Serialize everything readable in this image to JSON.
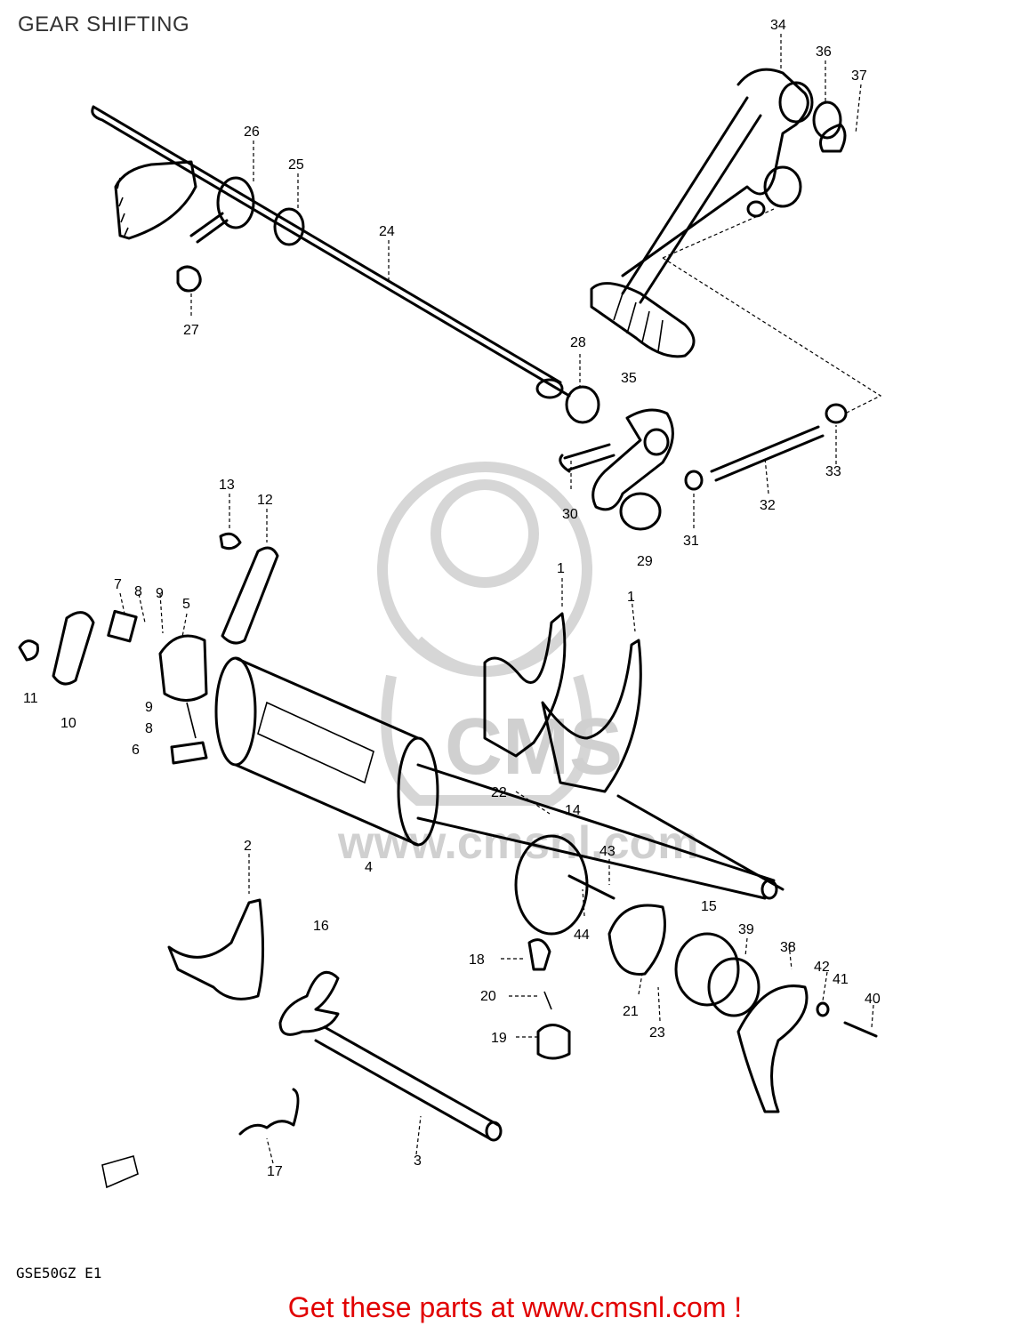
{
  "title": "GEAR SHIFTING",
  "model_code": "GSE50GZ E1",
  "cta": "Get these parts at www.cmsnl.com !",
  "watermark": {
    "brand": "CMS",
    "site": "www.cmsnl.com"
  },
  "colors": {
    "cta": "#e10000",
    "watermark": "#d0d0d0"
  },
  "callouts": [
    {
      "id": "l34",
      "text": "34"
    },
    {
      "id": "l36",
      "text": "36"
    },
    {
      "id": "l37",
      "text": "37"
    },
    {
      "id": "l26",
      "text": "26"
    },
    {
      "id": "l25",
      "text": "25"
    },
    {
      "id": "l24",
      "text": "24"
    },
    {
      "id": "l27",
      "text": "27"
    },
    {
      "id": "l28",
      "text": "28"
    },
    {
      "id": "l35",
      "text": "35"
    },
    {
      "id": "l33",
      "text": "33"
    },
    {
      "id": "l32",
      "text": "32"
    },
    {
      "id": "l30",
      "text": "30"
    },
    {
      "id": "l31",
      "text": "31"
    },
    {
      "id": "l29",
      "text": "29"
    },
    {
      "id": "l13",
      "text": "13"
    },
    {
      "id": "l12",
      "text": "12"
    },
    {
      "id": "l7",
      "text": "7"
    },
    {
      "id": "l8a",
      "text": "8"
    },
    {
      "id": "l9a",
      "text": "9"
    },
    {
      "id": "l5",
      "text": "5"
    },
    {
      "id": "l11",
      "text": "11"
    },
    {
      "id": "l10",
      "text": "10"
    },
    {
      "id": "l9b",
      "text": "9"
    },
    {
      "id": "l8b",
      "text": "8"
    },
    {
      "id": "l6",
      "text": "6"
    },
    {
      "id": "l1a",
      "text": "1"
    },
    {
      "id": "l1b",
      "text": "1"
    },
    {
      "id": "l22",
      "text": "22"
    },
    {
      "id": "l14",
      "text": "14"
    },
    {
      "id": "l4",
      "text": "4"
    },
    {
      "id": "l2",
      "text": "2"
    },
    {
      "id": "l43",
      "text": "43"
    },
    {
      "id": "l15",
      "text": "15"
    },
    {
      "id": "l16",
      "text": "16"
    },
    {
      "id": "l44",
      "text": "44"
    },
    {
      "id": "l39",
      "text": "39"
    },
    {
      "id": "l18",
      "text": "18"
    },
    {
      "id": "l38",
      "text": "38"
    },
    {
      "id": "l42",
      "text": "42"
    },
    {
      "id": "l41",
      "text": "41"
    },
    {
      "id": "l40",
      "text": "40"
    },
    {
      "id": "l20",
      "text": "20"
    },
    {
      "id": "l21",
      "text": "21"
    },
    {
      "id": "l23",
      "text": "23"
    },
    {
      "id": "l19",
      "text": "19"
    },
    {
      "id": "l3",
      "text": "3"
    },
    {
      "id": "l17",
      "text": "17"
    }
  ]
}
